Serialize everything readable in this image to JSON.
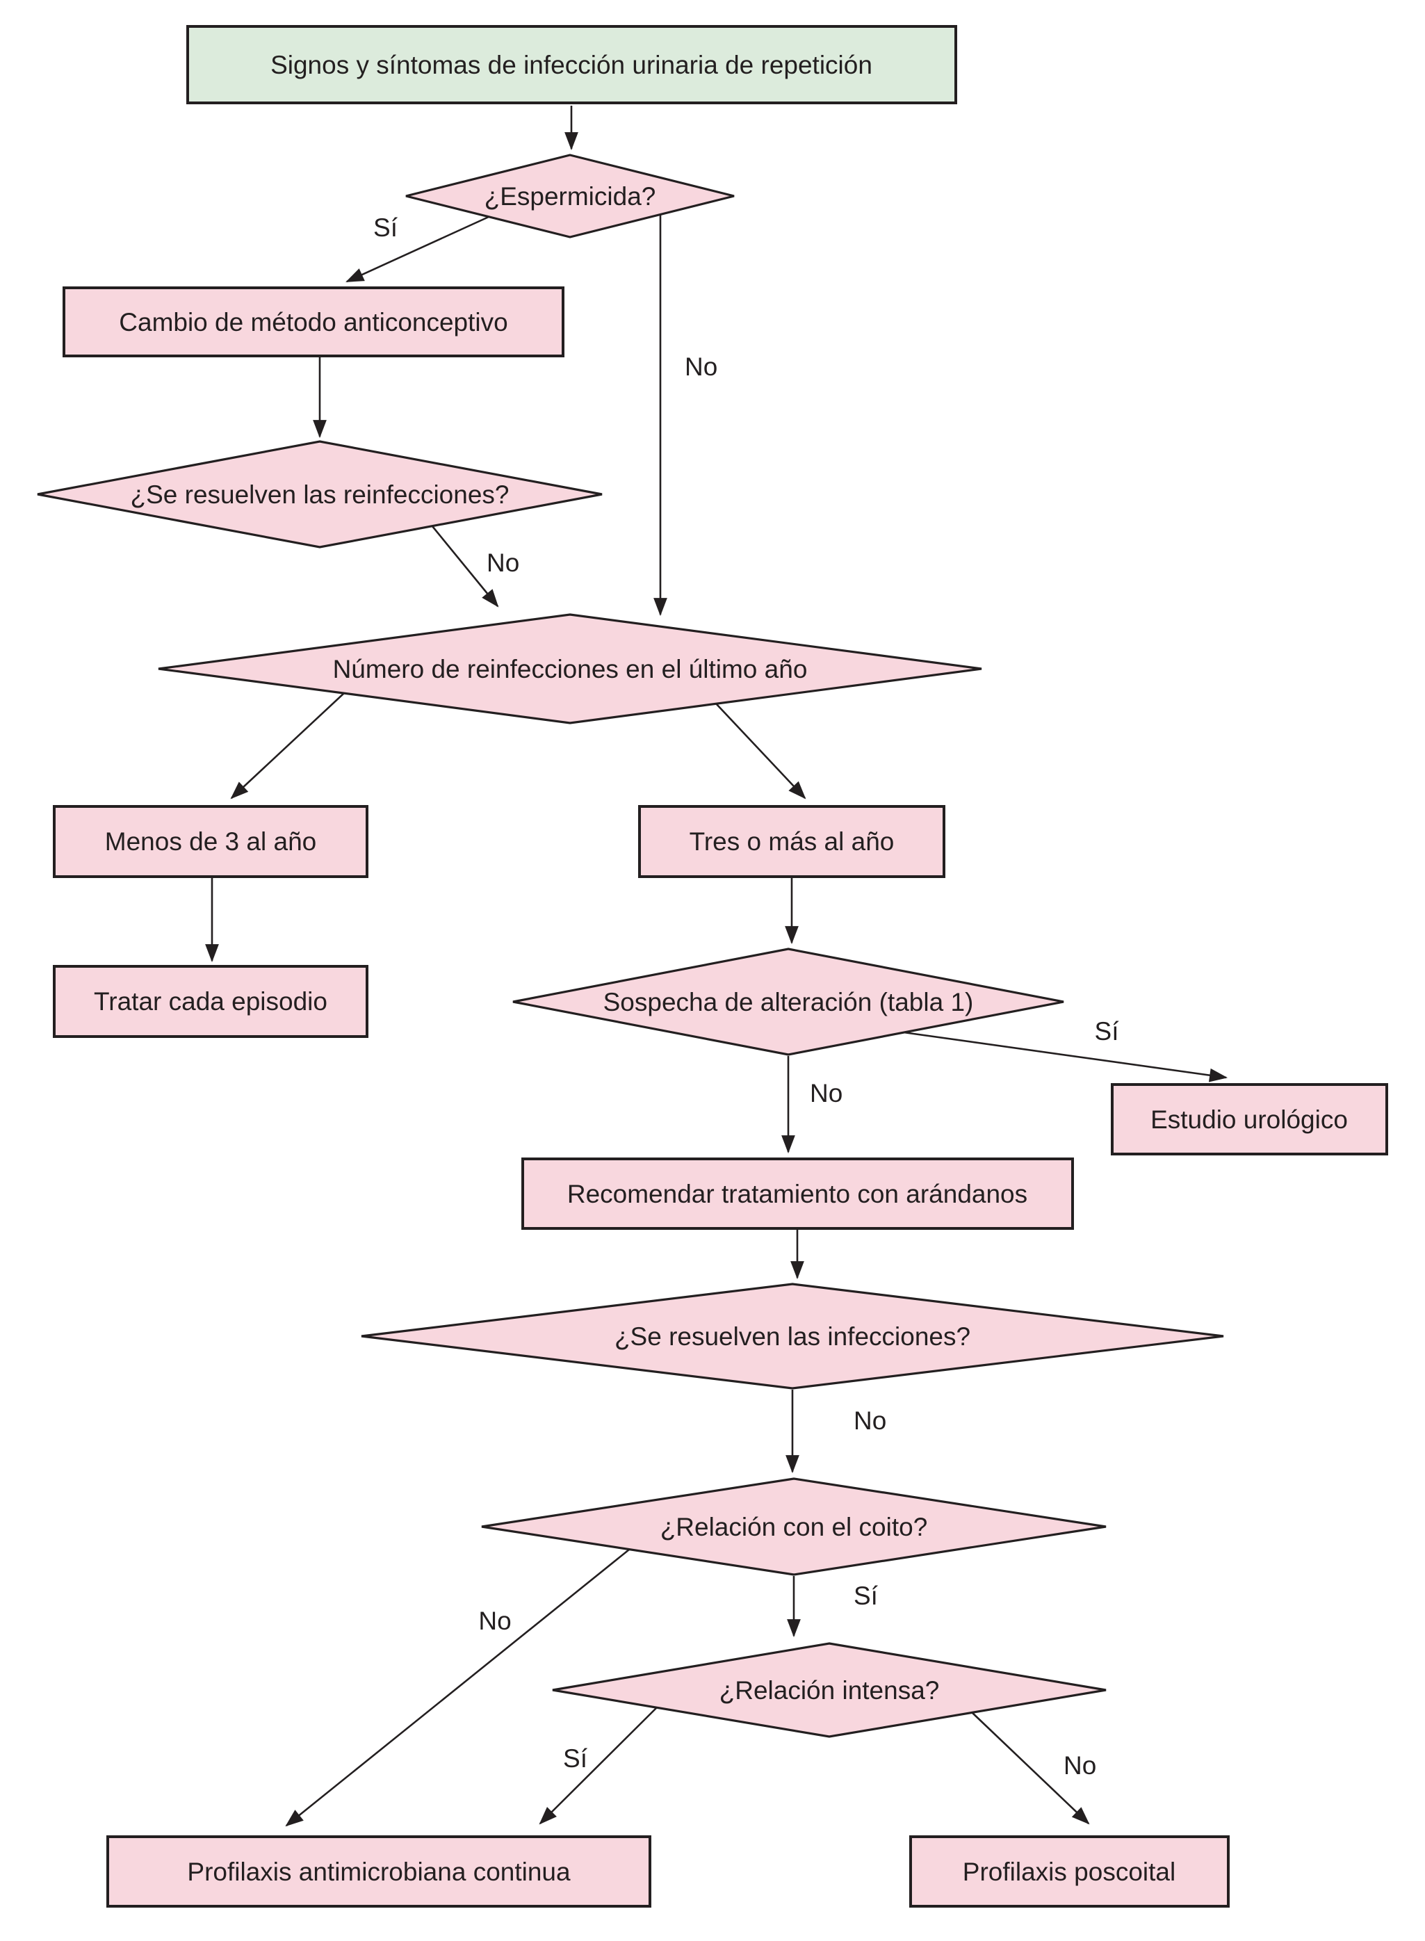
{
  "nodes": {
    "start": "Signos y síntomas de infección urinaria de repetición",
    "espermicida": "¿Espermicida?",
    "cambio_metodo": "Cambio de método anticonceptivo",
    "resuelven_reinfecciones": "¿Se resuelven las reinfecciones?",
    "numero_reinfecciones": "Número de reinfecciones en el último año",
    "menos_de_3": "Menos de 3 al año",
    "tres_o_mas": "Tres o más al año",
    "tratar_episodio": "Tratar cada episodio",
    "sospecha_alteracion": "Sospecha de alteración (tabla 1)",
    "estudio_urologico": "Estudio urológico",
    "tratamiento_arandanos": "Recomendar tratamiento con arándanos",
    "resuelven_infecciones": "¿Se resuelven las infecciones?",
    "relacion_coito": "¿Relación con el coito?",
    "relacion_intensa": "¿Relación intensa?",
    "profilaxis_continua": "Profilaxis antimicrobiana continua",
    "profilaxis_poscoital": "Profilaxis poscoital"
  },
  "edge_labels": {
    "espermicida_si": "Sí",
    "espermicida_no": "No",
    "reinfecciones_no": "No",
    "sospecha_si": "Sí",
    "sospecha_no": "No",
    "infecciones_no": "No",
    "coito_si": "Sí",
    "coito_no": "No",
    "intensa_si": "Sí",
    "intensa_no": "No"
  },
  "colors": {
    "start_fill": "#dcebdc",
    "node_fill": "#f8d7de",
    "outline": "#231f20",
    "background": "#ffffff"
  }
}
